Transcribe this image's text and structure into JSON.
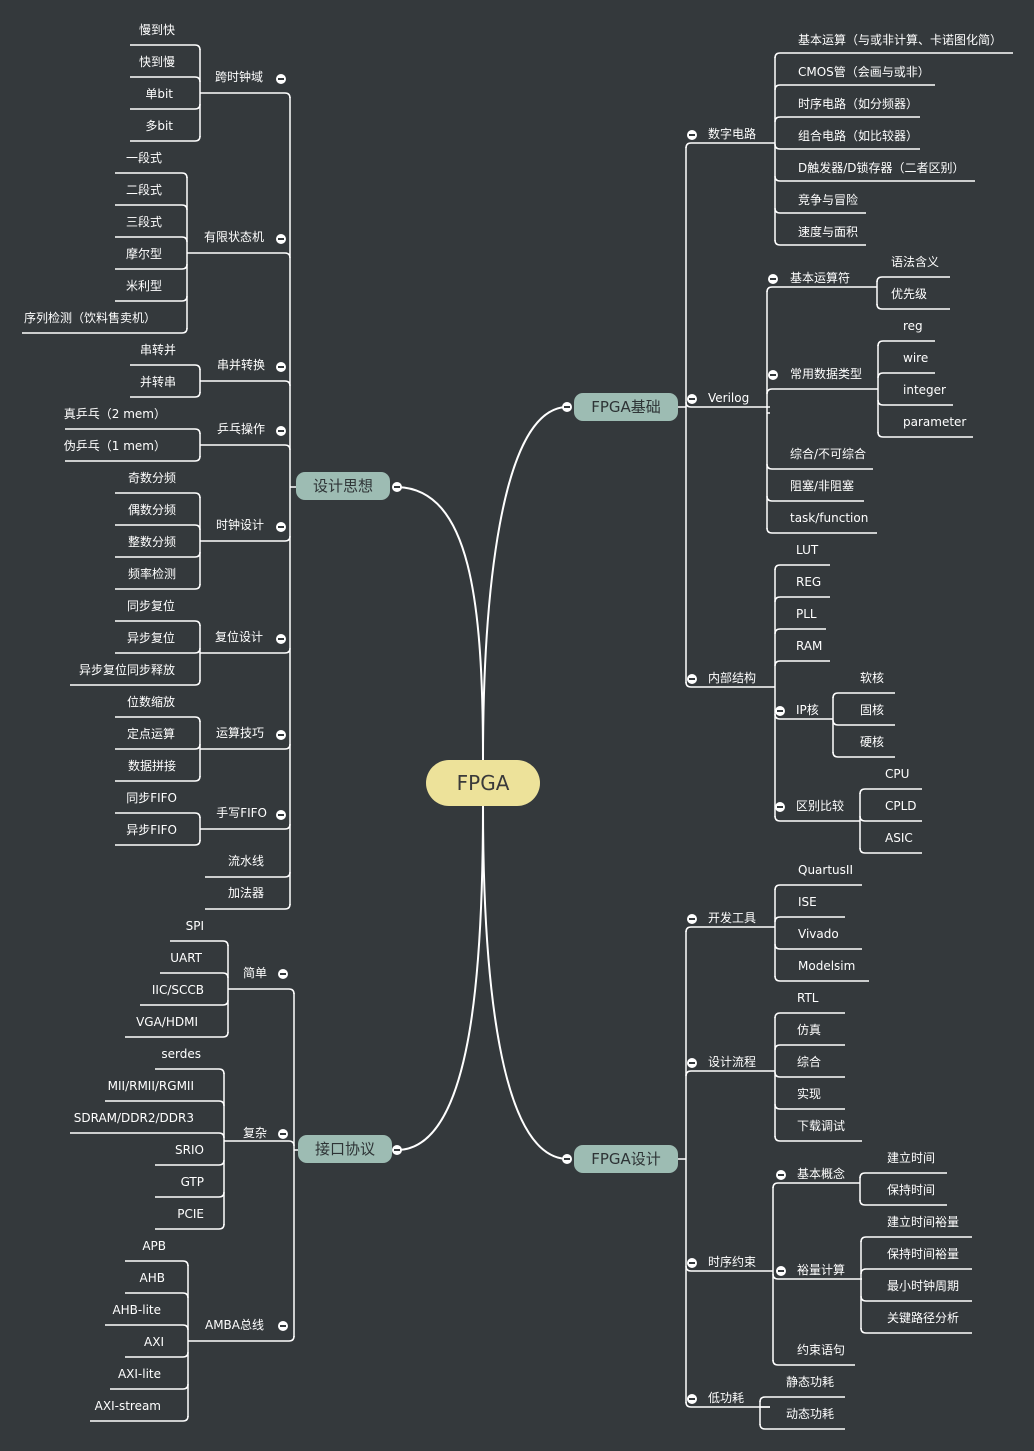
{
  "root": "FPGA",
  "top_nodes": {
    "fpga_basics": "FPGA基础",
    "fpga_design": "FPGA设计",
    "design_thinking": "设计思想",
    "interface_protocols": "接口协议"
  },
  "nodes": {
    "digital_circuit": "数字电路",
    "basic_ops": "基本运算（与或非计算、卡诺图化简）",
    "cmos": "CMOS管（会画与或非）",
    "sequential": "时序电路（如分频器）",
    "combinational": "组合电路（如比较器）",
    "dff_latch": "D触发器/D锁存器（二者区别）",
    "race_hazard": "竞争与冒险",
    "speed_area": "速度与面积",
    "verilog": "Verilog",
    "basic_operators": "基本运算符",
    "syntax_meaning": "语法含义",
    "priority": "优先级",
    "data_types": "常用数据类型",
    "reg": "reg",
    "wire": "wire",
    "integer": "integer",
    "parameter": "parameter",
    "synth": "综合/不可综合",
    "blocking": "阻塞/非阻塞",
    "task_function": "task/function",
    "internal_structure": "内部结构",
    "lut": "LUT",
    "reg2": "REG",
    "pll": "PLL",
    "ram": "RAM",
    "ip_core": "IP核",
    "soft_core": "软核",
    "firm_core": "固核",
    "hard_core": "硬核",
    "compare": "区别比较",
    "cpu": "CPU",
    "cpld": "CPLD",
    "asic": "ASIC",
    "dev_tools": "开发工具",
    "quartus": "QuartusII",
    "ise": "ISE",
    "vivado": "Vivado",
    "modelsim": "Modelsim",
    "design_flow": "设计流程",
    "rtl": "RTL",
    "simulation": "仿真",
    "synthesis": "综合",
    "implementation": "实现",
    "download_debug": "下载调试",
    "timing_constraints": "时序约束",
    "basic_concepts": "基本概念",
    "setup_time": "建立时间",
    "hold_time": "保持时间",
    "margin_calc": "裕量计算",
    "setup_margin": "建立时间裕量",
    "hold_margin": "保持时间裕量",
    "min_clock": "最小时钟周期",
    "critical_path": "关键路径分析",
    "constraint_stmt": "约束语句",
    "low_power": "低功耗",
    "static_power": "静态功耗",
    "dynamic_power": "动态功耗",
    "cdc": "跨时钟域",
    "slow_to_fast": "慢到快",
    "fast_to_slow": "快到慢",
    "single_bit": "单bit",
    "multi_bit": "多bit",
    "fsm": "有限状态机",
    "one_stage": "一段式",
    "two_stage": "二段式",
    "three_stage": "三段式",
    "moore": "摩尔型",
    "mealy": "米利型",
    "seq_detect": "序列检测（饮料售卖机）",
    "serdes_conv": "串并转换",
    "s2p": "串转并",
    "p2s": "并转串",
    "pingpong": "乒乓操作",
    "true_pp": "真乒乓（2 mem）",
    "pseudo_pp": "伪乒乓（1 mem）",
    "clock_design": "时钟设计",
    "odd_div": "奇数分频",
    "even_div": "偶数分频",
    "int_div": "整数分频",
    "freq_detect": "频率检测",
    "reset_design": "复位设计",
    "sync_reset": "同步复位",
    "async_reset": "异步复位",
    "async_reset_sync_release": "异步复位同步释放",
    "arith_tricks": "运算技巧",
    "bit_scaling": "位数缩放",
    "fixed_point": "定点运算",
    "data_concat": "数据拼接",
    "handwrite_fifo": "手写FIFO",
    "sync_fifo": "同步FIFO",
    "async_fifo": "异步FIFO",
    "pipeline": "流水线",
    "adder": "加法器",
    "simple": "简单",
    "spi": "SPI",
    "uart": "UART",
    "iic": "IIC/SCCB",
    "vga": "VGA/HDMI",
    "complex": "复杂",
    "serdes": "serdes",
    "mii": "MII/RMII/RGMII",
    "sdram": "SDRAM/DDR2/DDR3",
    "srio": "SRIO",
    "gtp": "GTP",
    "pcie": "PCIE",
    "amba": "AMBA总线",
    "apb": "APB",
    "ahb": "AHB",
    "ahb_lite": "AHB-lite",
    "axi": "AXI",
    "axi_lite": "AXI-lite",
    "axi_stream": "AXI-stream"
  },
  "colors": {
    "background": "#34393c",
    "line": "#ffffff",
    "root_fill": "#ede29a",
    "branch_fill": "#9dbcb3"
  }
}
